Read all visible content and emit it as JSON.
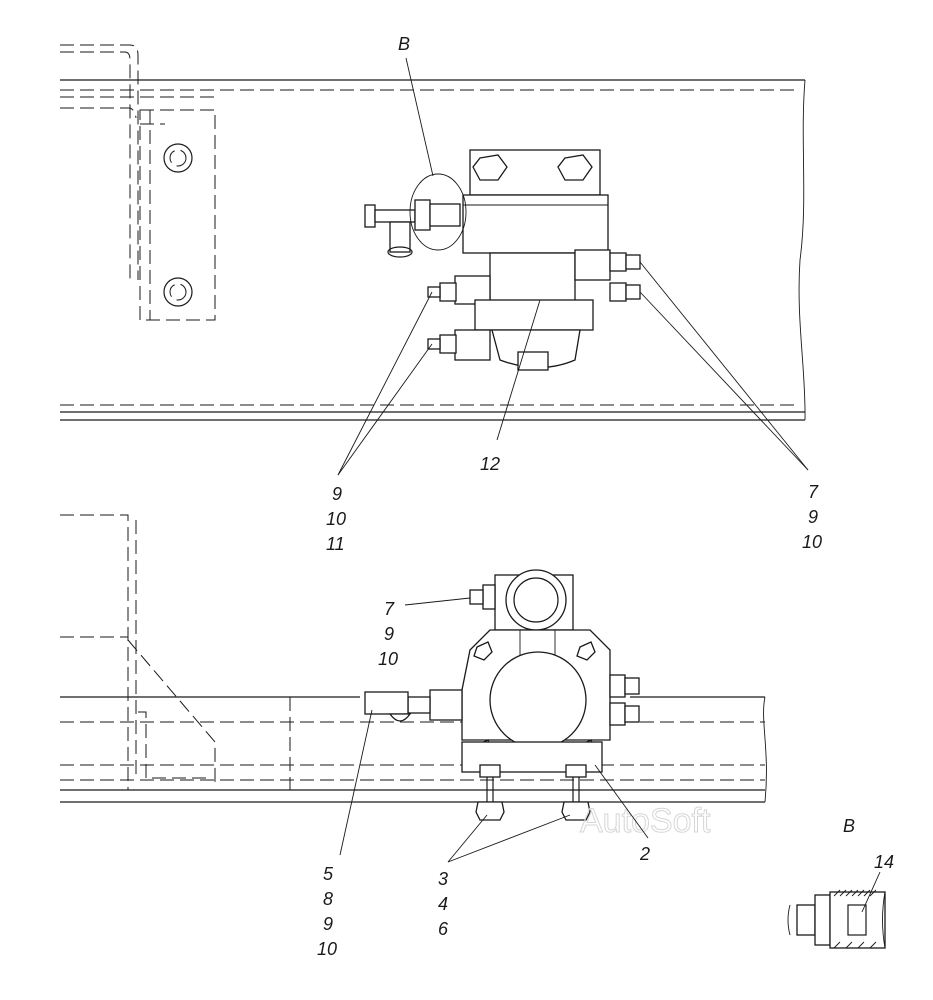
{
  "view_marker": "В",
  "detail_title": "В",
  "watermark": "AutoSoft",
  "callouts": {
    "top_left": [
      "9",
      "10",
      "11"
    ],
    "top_center": "12",
    "top_right": [
      "7",
      "9",
      "10"
    ],
    "bottom_upper": [
      "7",
      "9",
      "10"
    ],
    "bottom_left": [
      "5",
      "8",
      "9",
      "10"
    ],
    "bottom_center": [
      "3",
      "4",
      "6"
    ],
    "bottom_right": "2",
    "detail": "14"
  },
  "colors": {
    "ink": "#1a1a1a",
    "paper": "#ffffff",
    "watermark": "#d6d6d6"
  }
}
